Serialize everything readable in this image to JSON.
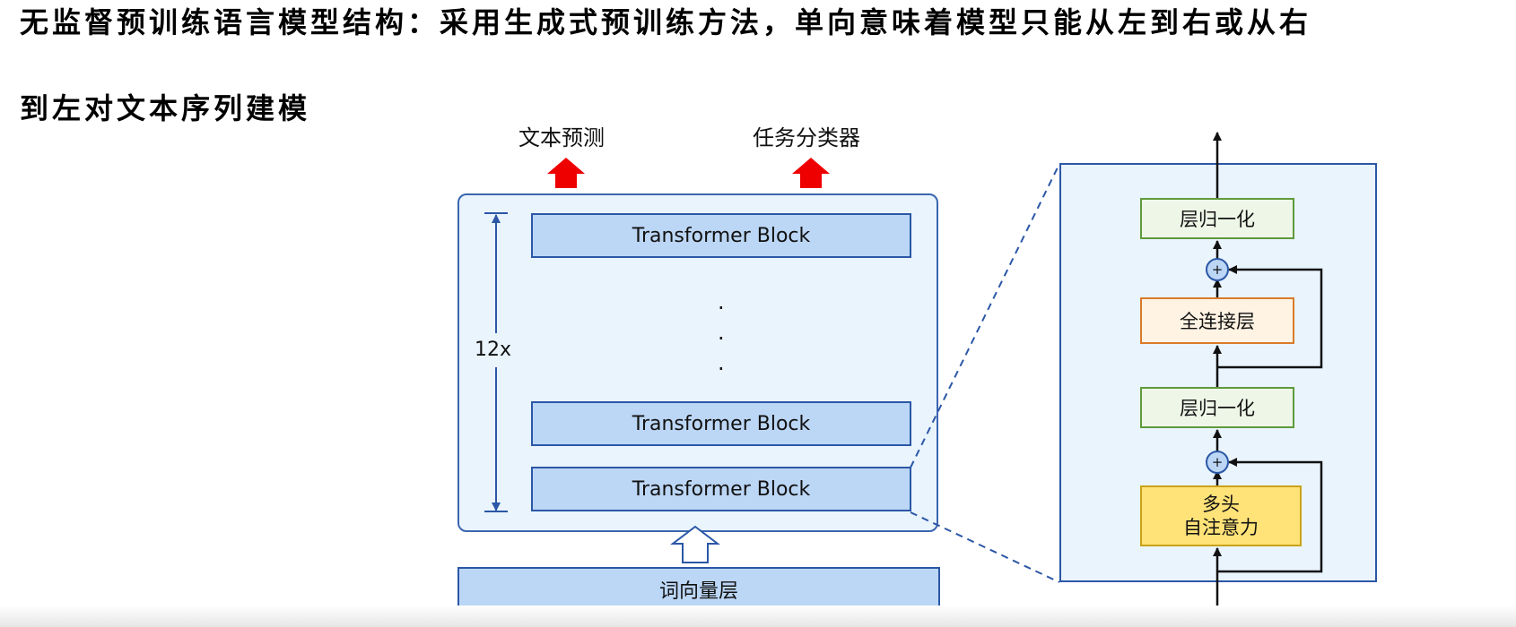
{
  "heading": {
    "line1": "无监督预训练语言模型结构：采用生成式预训练方法，单向意味着模型只能从左到右或从右",
    "line2": "到左对文本序列建模"
  },
  "diagram": {
    "outputs": [
      "文本预测",
      "任务分类器"
    ],
    "repeat_label": "12x",
    "block_label": "Transformer Block",
    "ellipsis": [
      ".",
      ".",
      "."
    ],
    "embedding_label": "词向量层",
    "detail": {
      "norm_top": "层归一化",
      "ffn": "全连接层",
      "norm_bottom": "层归一化",
      "attention_line1": "多头",
      "attention_line2": "自注意力",
      "add_symbol": "+"
    }
  },
  "colors": {
    "block_fill": "#bcd6f5",
    "block_border": "#2b57a6",
    "container_fill": "#eaf4fd",
    "output_arrow": "#ee0000",
    "norm_border": "#5f9a3c",
    "ffn_border": "#d97a2b",
    "attention_fill": "#ffe278"
  }
}
